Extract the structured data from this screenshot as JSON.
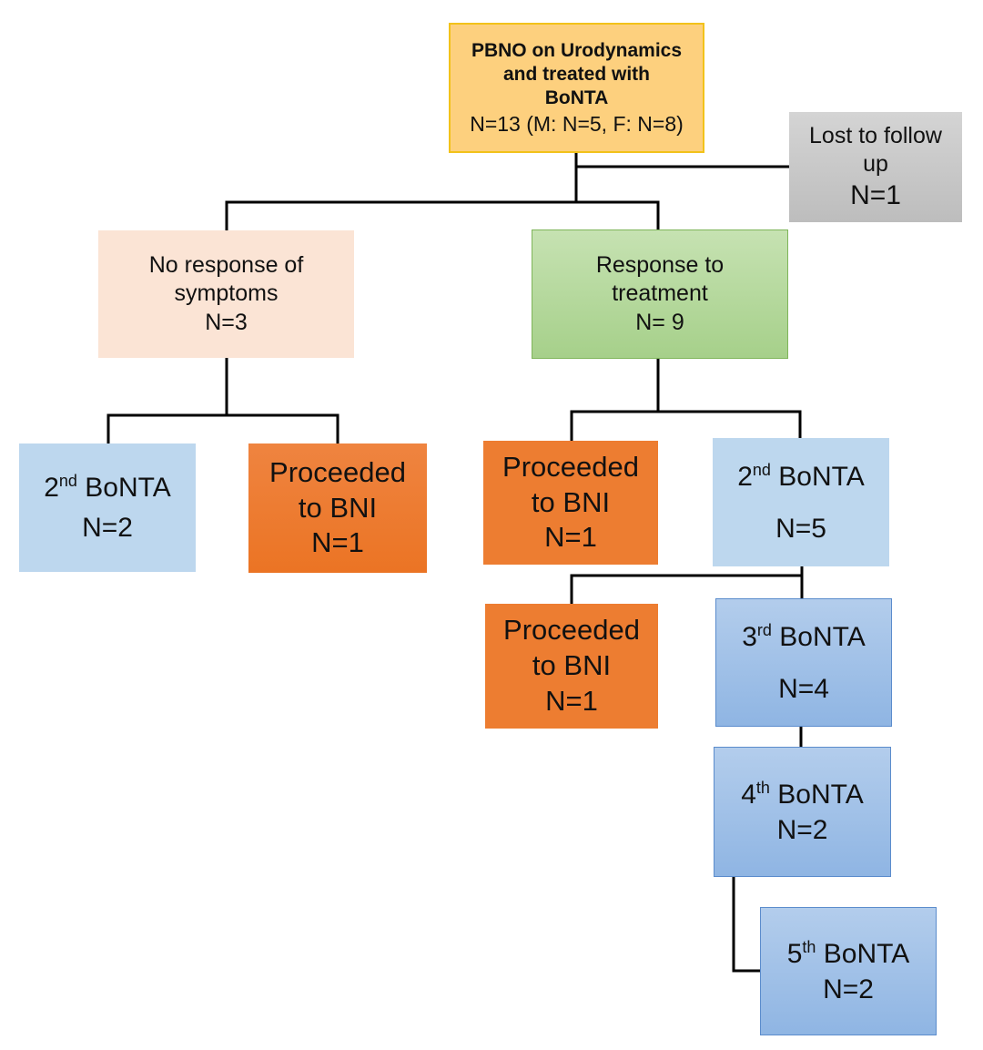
{
  "colors": {
    "root": "#FDD07E",
    "lost": "#C9C9C9",
    "no_response": "#FBE4D5",
    "response": "#B4D89C",
    "second_bonta": "#BDD7EE",
    "bni": "#ED7D31",
    "later_bonta": "#9DBDE6",
    "connector": "#000000"
  },
  "nodes": {
    "root": {
      "line1": "PBNO on Urodynamics",
      "line2": "and treated with",
      "line3": "BoNTA",
      "count": "N=13 (M: N=5, F: N=8)"
    },
    "lost": {
      "line1": "Lost to follow",
      "line2": "up",
      "count": "N=1"
    },
    "no_response": {
      "line1": "No response of",
      "line2": "symptoms",
      "count": "N=3"
    },
    "response": {
      "line1": "Response to",
      "line2": "treatment",
      "count": "N= 9"
    },
    "left_second_bonta": {
      "ordinal": "2",
      "suffix": "nd",
      "label": "BoNTA",
      "count": "N=2"
    },
    "left_bni": {
      "line1": "Proceeded",
      "line2": "to BNI",
      "count": "N=1"
    },
    "mid_bni": {
      "line1": "Proceeded",
      "line2": "to BNI",
      "count": "N=1"
    },
    "right_second_bonta": {
      "ordinal": "2",
      "suffix": "nd",
      "label": "BoNTA",
      "count": "N=5"
    },
    "lower_bni": {
      "line1": "Proceeded",
      "line2": "to BNI",
      "count": "N=1"
    },
    "third_bonta": {
      "ordinal": "3",
      "suffix": "rd",
      "label": "BoNTA",
      "count": "N=4"
    },
    "fourth_bonta": {
      "ordinal": "4",
      "suffix": "th",
      "label": "BoNTA",
      "count": "N=2"
    },
    "fifth_bonta": {
      "ordinal": "5",
      "suffix": "th",
      "label": "BoNTA",
      "count": "N=2"
    }
  }
}
